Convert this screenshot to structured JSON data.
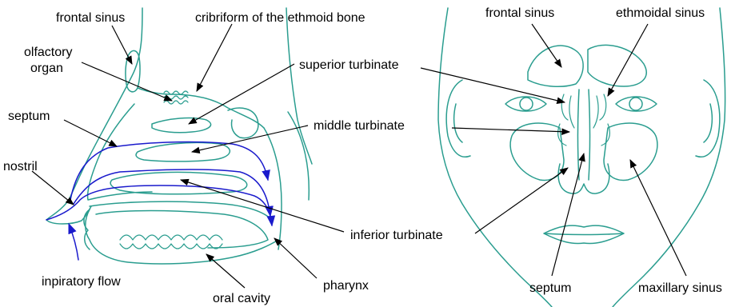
{
  "colors": {
    "anatomy": "#2a9d8f",
    "flow": "#1a1acc",
    "leader": "#000000",
    "background": "#ffffff"
  },
  "labels": {
    "frontal_sinus_left": "frontal sinus",
    "cribriform": "cribriform of the ethmoid bone",
    "olfactory_line1": "olfactory",
    "olfactory_line2": "organ",
    "septum_left": "septum",
    "nostril": "nostril",
    "superior_turbinate": "superior turbinate",
    "middle_turbinate": "middle turbinate",
    "inferior_turbinate": "inferior turbinate",
    "inspiratory_flow": "inpiratory flow",
    "oral_cavity": "oral cavity",
    "pharynx": "pharynx",
    "frontal_sinus_right": "frontal sinus",
    "ethmoidal_sinus": "ethmoidal sinus",
    "septum_right": "septum",
    "maxillary_sinus": "maxillary sinus"
  }
}
